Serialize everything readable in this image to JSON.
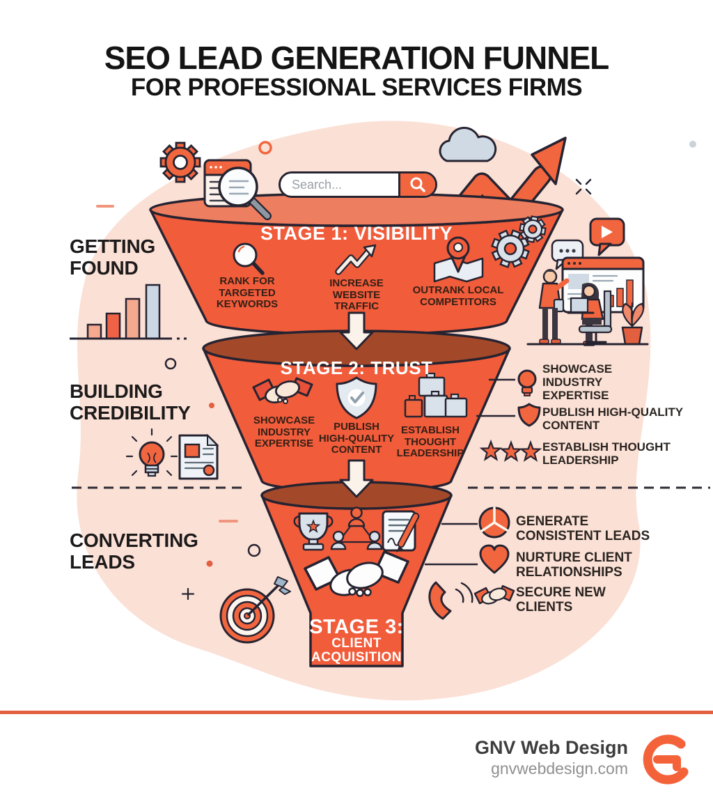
{
  "title": {
    "line1": "SEO LEAD GENERATION FUNNEL",
    "line2": "FOR PROFESSIONAL SERVICES FIRMS"
  },
  "search": {
    "placeholder": "Search..."
  },
  "sections": [
    {
      "label": "GETTING\nFOUND"
    },
    {
      "label": "BUILDING\nCREDIBILITY"
    },
    {
      "label": "CONVERTING\nLEADS"
    }
  ],
  "funnel": {
    "stages": [
      {
        "title": "STAGE 1: VISIBILITY",
        "items": [
          {
            "icon": "magnifier-icon",
            "label": "RANK FOR\nTARGETED\nKEYWORDS"
          },
          {
            "icon": "growth-arrow-icon",
            "label": "INCREASE\nWEBSITE\nTRAFFIC"
          },
          {
            "icon": "map-pin-icon",
            "label": "OUTRANK LOCAL\nCOMPETITORS"
          }
        ]
      },
      {
        "title": "STAGE 2: TRUST",
        "items": [
          {
            "icon": "handshake-icon",
            "label": "SHOWCASE\nINDUSTRY\nEXPERTISE"
          },
          {
            "icon": "shield-check-icon",
            "label": "PUBLISH\nHIGH-QUALITY\nCONTENT"
          },
          {
            "icon": "building-blocks-icon",
            "label": "ESTABLISH\nTHOUGHT\nLEADERSHIP"
          }
        ]
      },
      {
        "title": "STAGE 3:",
        "subtitle": "CLIENT\nACQUISITION"
      }
    ]
  },
  "right_bullets": {
    "trust": [
      {
        "icon": "lightbulb-icon",
        "label": "SHOWCASE\nINDUSTRY\nEXPERTISE"
      },
      {
        "icon": "shield-icon",
        "label": "PUBLISH HIGH-QUALITY\nCONTENT"
      },
      {
        "icon": "three-stars-icon",
        "label": "ESTABLISH THOUGHT\nLEADERSHIP"
      }
    ],
    "acquisition": [
      {
        "icon": "pie-chart-icon",
        "label": "GENERATE\nCONSISTENT LEADS"
      },
      {
        "icon": "heart-icon",
        "label": "NURTURE CLIENT\nRELATIONSHIPS"
      },
      {
        "icon": "handshake-icon",
        "label": "SECURE NEW\nCLIENTS"
      }
    ]
  },
  "footer": {
    "brand": "GNV Web Design",
    "website": "gnvwebdesign.com"
  },
  "colors": {
    "primary": "#F15C3B",
    "funnel_opening_dark": "#A3492A",
    "funnel_opening_light": "#EE7E60",
    "blob": "#FBE0D5",
    "accent_line": "#E2603F",
    "outline": "#262331",
    "bluegray": "#CFDAE4"
  }
}
